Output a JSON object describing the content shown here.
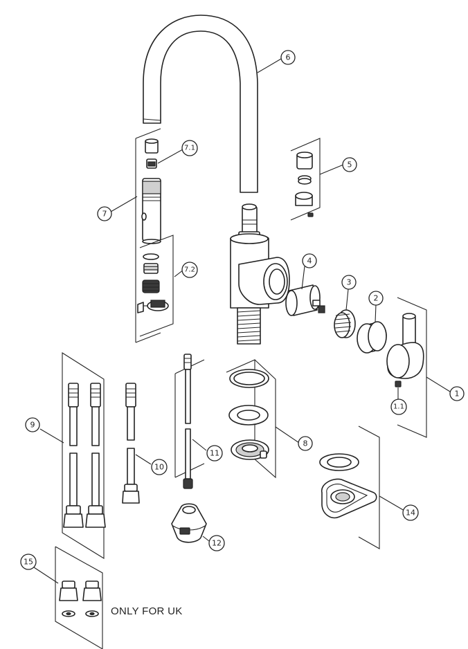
{
  "diagram": {
    "labels": {
      "p1": "1",
      "p1_1": "1.1",
      "p2": "2",
      "p3": "3",
      "p4": "4",
      "p5": "5",
      "p6": "6",
      "p7": "7",
      "p7_1": "7.1",
      "p7_2": "7.2",
      "p8": "8",
      "p9": "9",
      "p10": "10",
      "p11": "11",
      "p12": "12",
      "p14": "14",
      "p15": "15"
    },
    "note": "ONLY FOR UK"
  }
}
